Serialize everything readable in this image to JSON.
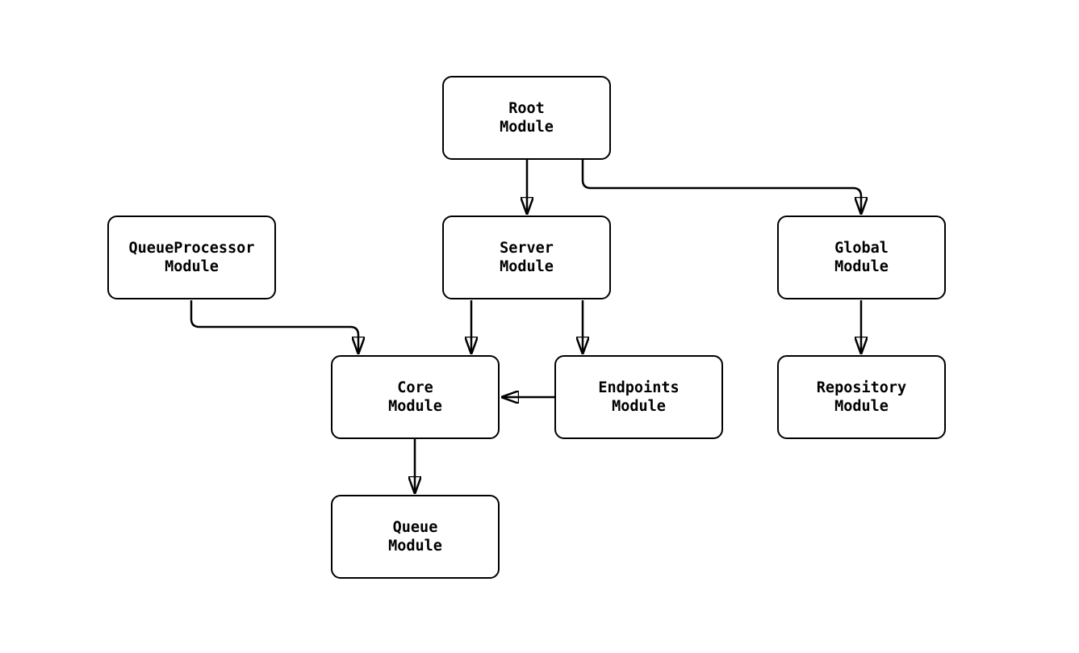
{
  "diagram": {
    "type": "module-dependency-flowchart",
    "colors": {
      "background": "#ffffff",
      "node_fill": "#ffffff",
      "node_border": "#000000",
      "edge_stroke": "#000000",
      "text": "#000000"
    },
    "nodes": [
      {
        "id": "root",
        "label": "Root\nModule"
      },
      {
        "id": "queueprocessor",
        "label": "QueueProcessor\nModule"
      },
      {
        "id": "server",
        "label": "Server\nModule"
      },
      {
        "id": "global",
        "label": "Global\nModule"
      },
      {
        "id": "core",
        "label": "Core\nModule"
      },
      {
        "id": "endpoints",
        "label": "Endpoints\nModule"
      },
      {
        "id": "repository",
        "label": "Repository\nModule"
      },
      {
        "id": "queue",
        "label": "Queue\nModule"
      }
    ],
    "edges": [
      {
        "from": "Root Module",
        "to": "Server Module"
      },
      {
        "from": "Root Module",
        "to": "Global Module"
      },
      {
        "from": "QueueProcessor Module",
        "to": "Core Module"
      },
      {
        "from": "Server Module",
        "to": "Core Module"
      },
      {
        "from": "Server Module",
        "to": "Endpoints Module"
      },
      {
        "from": "Endpoints Module",
        "to": "Core Module"
      },
      {
        "from": "Global Module",
        "to": "Repository Module"
      },
      {
        "from": "Core Module",
        "to": "Queue Module"
      }
    ]
  }
}
